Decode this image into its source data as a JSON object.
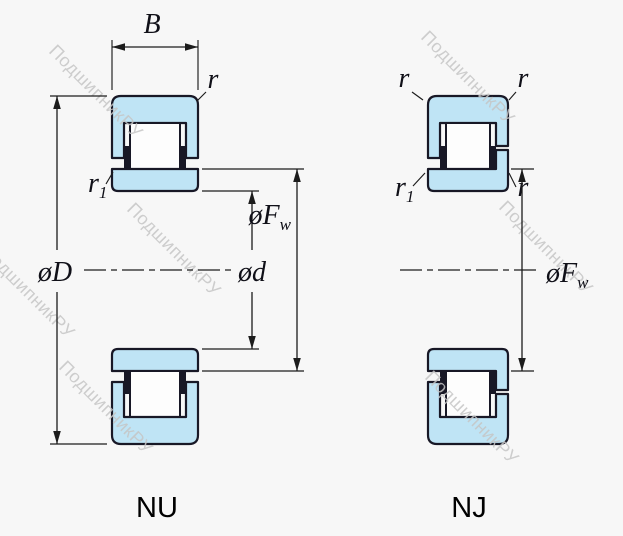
{
  "background": "#f7f7f7",
  "watermark": {
    "text": "ПодшипникРУ",
    "color": "#c6c6c6"
  },
  "colors": {
    "ring_fill": "#bfe4f5",
    "outline": "#181826",
    "line": "#1c1c1c",
    "label_text": "#101018"
  },
  "left_view": {
    "name": "NU",
    "labels": {
      "width": "B",
      "outer_corner": "r",
      "inner_corner": {
        "prefix": "r",
        "sub": "1"
      },
      "outer_diameter": "øD",
      "bore_diameter": "ød",
      "raceway_diameter": {
        "prefix": "øF",
        "sub": "w"
      }
    }
  },
  "right_view": {
    "name": "NJ",
    "labels": {
      "outer_corner_left": "r",
      "outer_corner_right": "r",
      "inner_corner_left": {
        "prefix": "r",
        "sub": "1"
      },
      "inner_corner_right": "r",
      "raceway_diameter": {
        "prefix": "øF",
        "sub": "w"
      }
    }
  }
}
